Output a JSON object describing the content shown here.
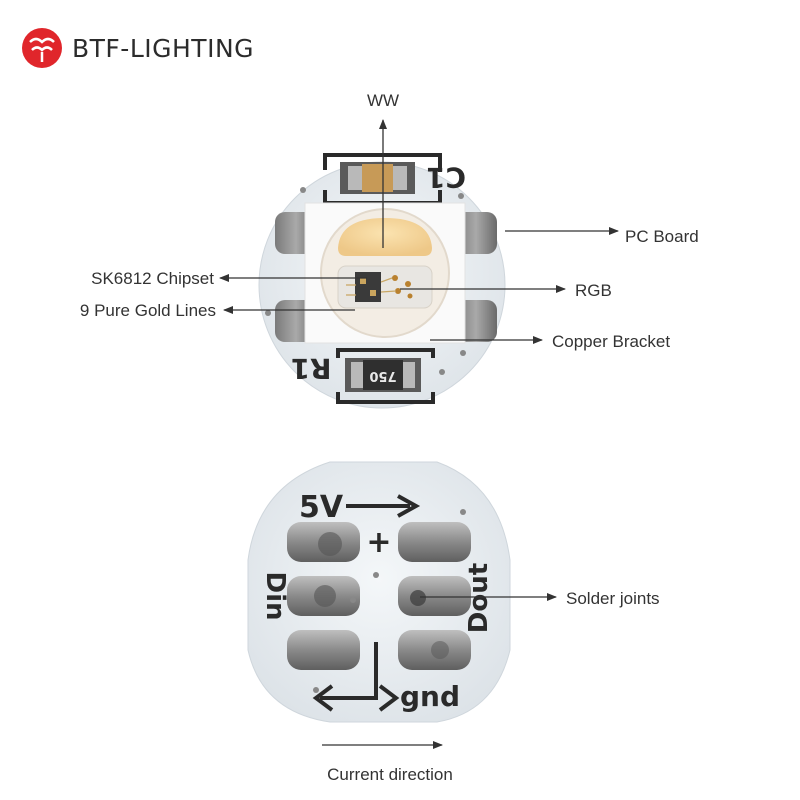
{
  "brand": {
    "name": "BTF-LIGHTING",
    "logo_color": "#e0262b",
    "logo_icon": "btf-logo-icon"
  },
  "top_view": {
    "silkscreen": {
      "c1": "C1",
      "r1": "R1",
      "resistor_code": "750"
    },
    "labels": {
      "ww": "WW",
      "pc_board": "PC Board",
      "chipset": "SK6812 Chipset",
      "rgb": "RGB",
      "gold_lines": "9 Pure Gold Lines",
      "copper_bracket": "Copper Bracket"
    }
  },
  "bottom_view": {
    "silkscreen": {
      "v5": "5V",
      "plus": "+",
      "din": "Din",
      "dout": "Dout",
      "gnd": "gnd"
    },
    "labels": {
      "solder_joints": "Solder joints",
      "current_direction": "Current direction"
    }
  },
  "colors": {
    "board": "#eef2f5",
    "led_warm": "#f6d79a",
    "arrow": "#333333"
  }
}
